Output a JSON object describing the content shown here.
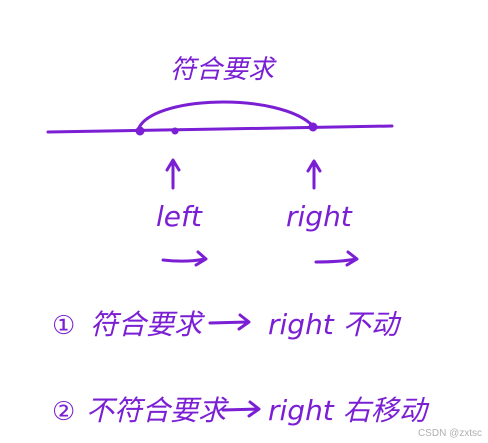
{
  "diagram": {
    "ink_color": "#7b1fd4",
    "arc_label": "符合要求",
    "left_label": "left",
    "right_label": "right",
    "rule_1_number": "①",
    "rule_1_condition": "符合要求",
    "rule_1_result": "right 不动",
    "rule_2_number": "②",
    "rule_2_condition": "不符合要求",
    "rule_2_result": "right 右移动"
  },
  "watermark": "CSDN @zxtsc"
}
